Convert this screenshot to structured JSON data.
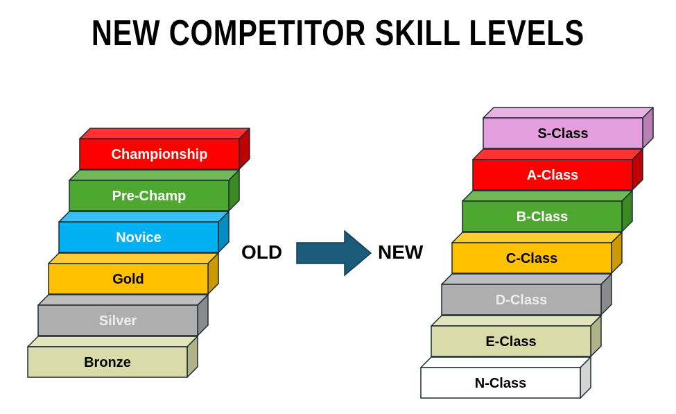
{
  "title": "NEW COMPETITOR SKILL LEVELS",
  "old_label": "OLD",
  "new_label": "NEW",
  "arrow_color": "#1c5a7a",
  "old_levels": [
    {
      "label": "Championship",
      "front": "#ff0000",
      "top": "#ff3333",
      "side": "#c00000",
      "text": "#ffffff"
    },
    {
      "label": "Pre-Champ",
      "front": "#4ea72e",
      "top": "#70b858",
      "side": "#3b8a22",
      "text": "#ffffff"
    },
    {
      "label": "Novice",
      "front": "#00b0f0",
      "top": "#33c0f3",
      "side": "#008ec2",
      "text": "#ffffff"
    },
    {
      "label": "Gold",
      "front": "#ffc000",
      "top": "#ffcd33",
      "side": "#cc9a00",
      "text": "#000000"
    },
    {
      "label": "Silver",
      "front": "#aeaeae",
      "top": "#bebebe",
      "side": "#8a8a8a",
      "text": "#eeeeee"
    },
    {
      "label": "Bronze",
      "front": "#d9dca8",
      "top": "#e2e4bd",
      "side": "#b0b288",
      "text": "#000000"
    }
  ],
  "new_levels": [
    {
      "label": "S-Class",
      "front": "#e49edd",
      "top": "#e9b1e4",
      "side": "#b87fb2",
      "text": "#000000"
    },
    {
      "label": "A-Class",
      "front": "#ff0000",
      "top": "#ff3333",
      "side": "#c00000",
      "text": "#ffffff"
    },
    {
      "label": "B-Class",
      "front": "#4ea72e",
      "top": "#70b858",
      "side": "#3b8a22",
      "text": "#ffffff"
    },
    {
      "label": "C-Class",
      "front": "#ffc000",
      "top": "#ffcd33",
      "side": "#cc9a00",
      "text": "#000000"
    },
    {
      "label": "D-Class",
      "front": "#aeaeae",
      "top": "#bebebe",
      "side": "#8a8a8a",
      "text": "#eeeeee"
    },
    {
      "label": "E-Class",
      "front": "#d9dca8",
      "top": "#e2e4bd",
      "side": "#b0b288",
      "text": "#000000"
    },
    {
      "label": "N-Class",
      "front": "#ffffff",
      "top": "#ffffff",
      "side": "#d4d4d4",
      "text": "#000000"
    }
  ]
}
